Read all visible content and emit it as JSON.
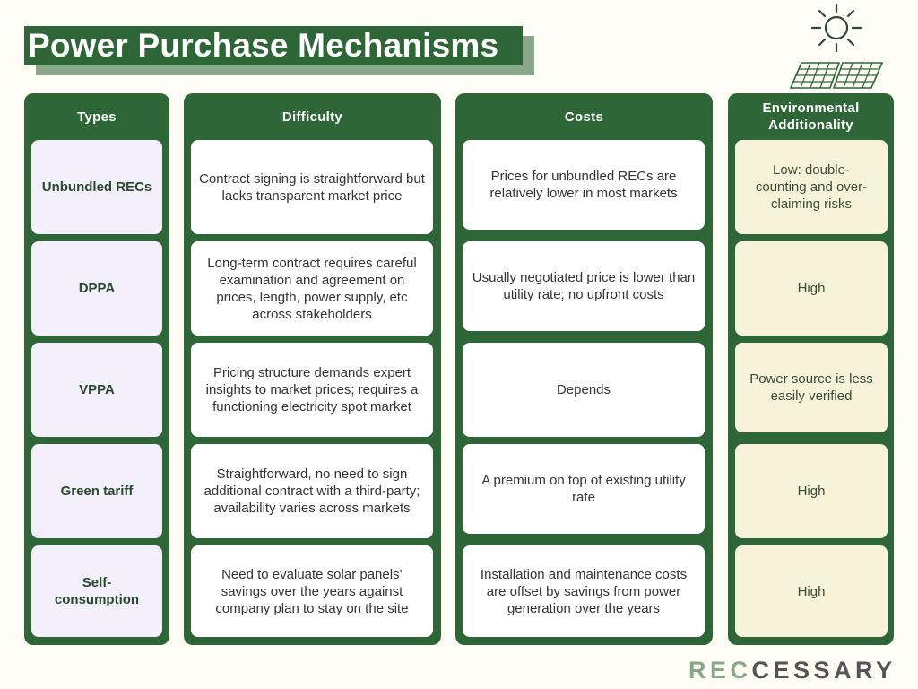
{
  "title": "Power Purchase Mechanisms",
  "icons": {
    "sun": "sun-icon",
    "solar": "solar-panel-icon"
  },
  "colors": {
    "column_bg": "#2f6638",
    "type_cell": "#f3f0fc",
    "text_cell": "#ffffff",
    "env_cell": "#f7f3d9"
  },
  "headers": {
    "types": "Types",
    "difficulty": "Difficulty",
    "costs": "Costs",
    "environmental": "Environmental Additionality"
  },
  "rows": [
    {
      "type": "Unbundled RECs",
      "difficulty": "Contract signing is straightforward but lacks transparent market price",
      "costs": "Prices for unbundled RECs are relatively lower in most markets",
      "environmental": "Low:  double-counting and over-claiming risks"
    },
    {
      "type": "DPPA",
      "difficulty": "Long-term contract requires careful examination and agreement on prices, length, power supply, etc across stakeholders",
      "costs": "Usually negotiated price is lower than utility rate; no upfront costs",
      "environmental": "High"
    },
    {
      "type": "VPPA",
      "difficulty": "Pricing structure demands expert insights to market prices; requires a functioning electricity spot market",
      "costs": "Depends",
      "environmental": "Power source is less easily verified"
    },
    {
      "type": "Green tariff",
      "difficulty": "Straightforward, no need to sign additional contract with a third-party; availability varies across markets",
      "costs": "A premium on top of existing utility rate",
      "environmental": "High"
    },
    {
      "type": "Self-consumption",
      "difficulty": "Need to evaluate solar panels’ savings over the years against company plan to stay on the site",
      "costs": "Installation and maintenance costs are offset by savings from power generation over the years",
      "environmental": "High"
    }
  ],
  "brand": {
    "part1": "REC",
    "part2": "CESSARY"
  }
}
